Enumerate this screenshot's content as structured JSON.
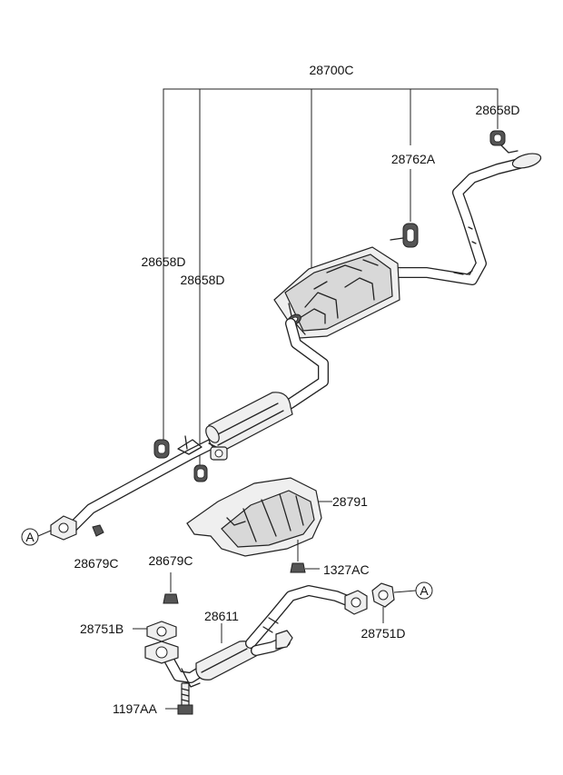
{
  "labels": {
    "assy": "28700C",
    "hanger_top_right": "28658D",
    "hanger_mid": "28762A",
    "hanger_left_1": "28658D",
    "hanger_left_2": "28658D",
    "nut_top": "28679C",
    "heat_shield": "28791",
    "nut_bottom": "28679C",
    "bolt_shield": "1327AC",
    "front_pipe": "28611",
    "gasket_left": "28751B",
    "gasket_right": "28751D",
    "bolt_bottom": "1197AA"
  },
  "refs": {
    "top": "A",
    "bottom": "A"
  }
}
